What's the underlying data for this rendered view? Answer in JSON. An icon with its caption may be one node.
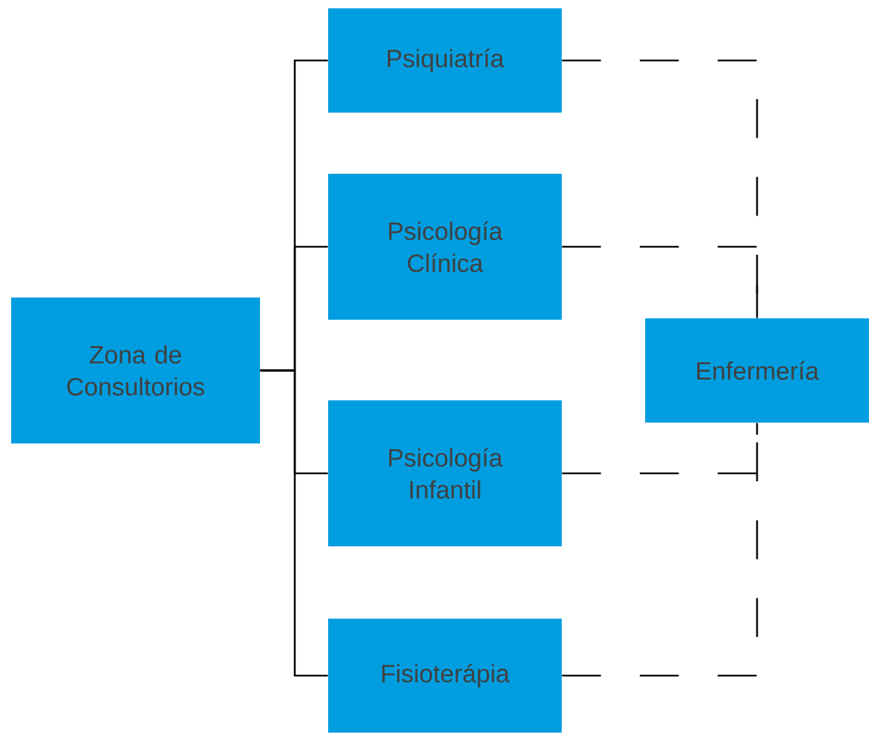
{
  "diagram": {
    "nodes": [
      {
        "text": [
          "Zona de Consultorios"
        ]
      },
      {
        "text": [
          "Psiquiatría"
        ]
      },
      {
        "text": [
          "Psicología Clínica"
        ]
      },
      {
        "text": [
          "Psicología Infantil"
        ]
      },
      {
        "text": [
          "Fisioterápia"
        ]
      },
      {
        "text": [
          "Enfermería"
        ]
      }
    ],
    "edges": [
      {
        "from": 0,
        "to": 1,
        "arrow": "none"
      },
      {
        "from": 0,
        "to": 2,
        "arrow": "none"
      },
      {
        "from": 0,
        "to": 3,
        "arrow": "none"
      },
      {
        "from": 0,
        "to": 4,
        "arrow": "none"
      },
      {
        "from": 1,
        "to": 5,
        "arrow": "none",
        "style": "dashed"
      },
      {
        "from": 2,
        "to": 5,
        "arrow": "none",
        "style": "dashed"
      },
      {
        "from": 3,
        "to": 5,
        "arrow": "none",
        "style": "dashed"
      },
      {
        "from": 4,
        "to": 5,
        "arrow": "none",
        "style": "dashed"
      }
    ]
  }
}
